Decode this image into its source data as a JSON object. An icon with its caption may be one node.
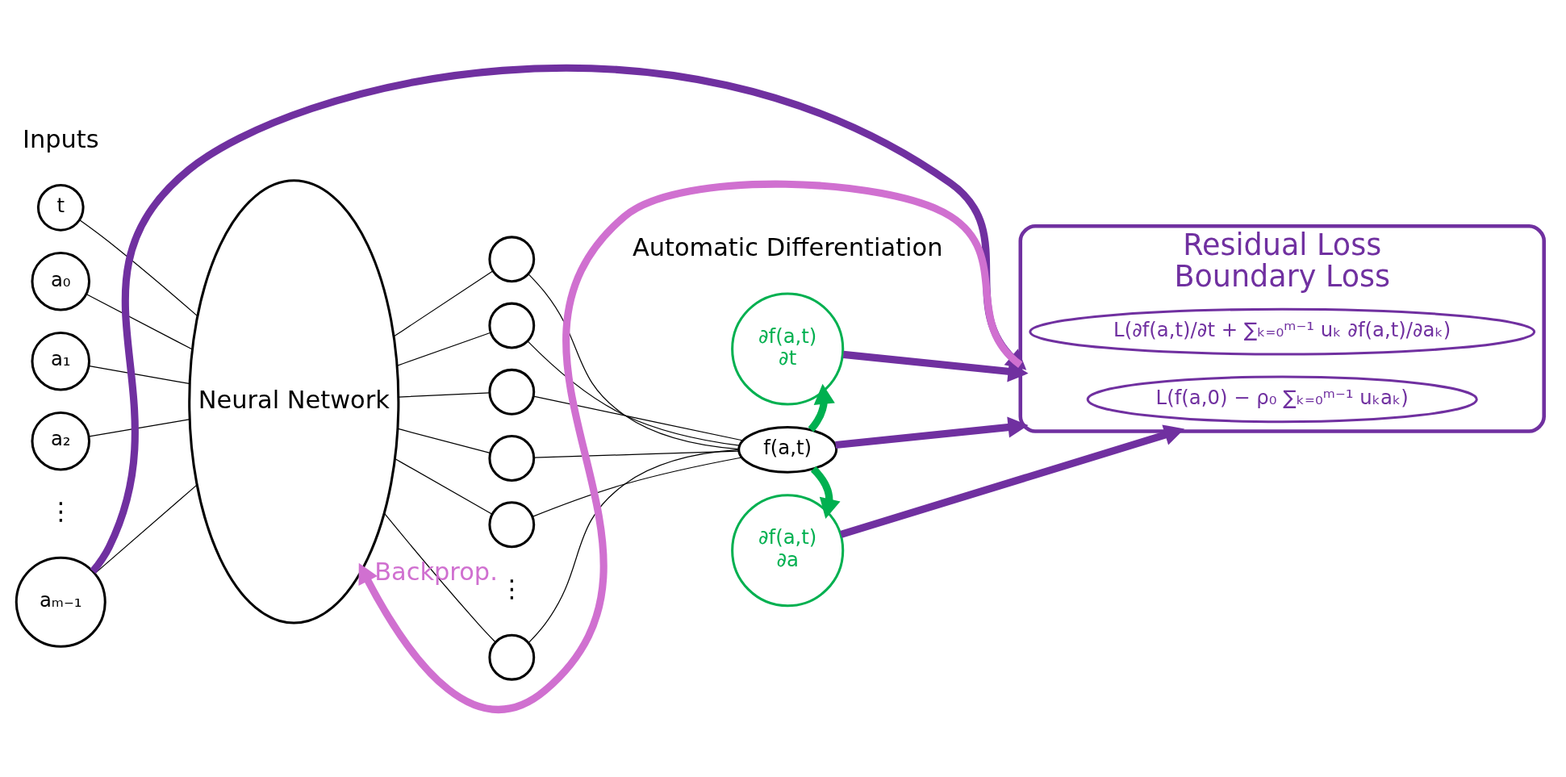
{
  "diagram": {
    "nodes": [
      {
        "text": [
          "t"
        ]
      },
      {
        "text": [
          "a₀"
        ]
      },
      {
        "text": [
          "a₁"
        ]
      },
      {
        "text": [
          "a₂"
        ]
      },
      {
        "text": [
          "aₘ₋₁"
        ]
      },
      {
        "text": [
          "Neural Network"
        ]
      },
      {
        "text": [],
        "shape": "circle"
      },
      {
        "text": [],
        "shape": "circle"
      },
      {
        "text": [],
        "shape": "circle"
      },
      {
        "text": [],
        "shape": "circle"
      },
      {
        "text": [],
        "shape": "circle"
      },
      {
        "text": [],
        "shape": "circle"
      },
      {
        "text": [
          "f(a,t)"
        ]
      },
      {
        "text": [
          "∂f(a,t)",
          "∂t"
        ]
      },
      {
        "text": [
          "∂f(a,t)",
          "∂a"
        ]
      },
      {
        "text": [
          "Residual Loss",
          "Boundary Loss"
        ]
      },
      {
        "text": [
          "L(∂f(a,t)/∂t + ∑ₖ₌₀ᵐ⁻¹ uₖ ∂f(a,t)/∂aₖ)"
        ],
        "in": 15
      },
      {
        "text": [
          "L(f(a,0) − ρ₀ ∑ₖ₌₀ᵐ⁻¹ uₖaₖ)"
        ],
        "in": 15
      }
    ],
    "edges": [
      {
        "from": 0,
        "to": 5,
        "arrow": "none"
      },
      {
        "from": 1,
        "to": 5,
        "arrow": "none"
      },
      {
        "from": 2,
        "to": 5,
        "arrow": "none"
      },
      {
        "from": 3,
        "to": 5,
        "arrow": "none"
      },
      {
        "from": 4,
        "to": 5,
        "arrow": "none"
      },
      {
        "from": 5,
        "to": 6,
        "arrow": "none"
      },
      {
        "from": 5,
        "to": 7,
        "arrow": "none"
      },
      {
        "from": 5,
        "to": 8,
        "arrow": "none"
      },
      {
        "from": 5,
        "to": 9,
        "arrow": "none"
      },
      {
        "from": 5,
        "to": 10,
        "arrow": "none"
      },
      {
        "from": 5,
        "to": 11,
        "arrow": "none"
      },
      {
        "from": 6,
        "to": 12,
        "arrow": "none"
      },
      {
        "from": 7,
        "to": 12,
        "arrow": "none"
      },
      {
        "from": 8,
        "to": 12,
        "arrow": "none"
      },
      {
        "from": 9,
        "to": 12,
        "arrow": "none"
      },
      {
        "from": 10,
        "to": 12,
        "arrow": "none"
      },
      {
        "from": 11,
        "to": 12,
        "arrow": "none"
      },
      {
        "from": 12,
        "to": 13,
        "arrow": "to",
        "style": "thick",
        "color": "#00b050"
      },
      {
        "from": 12,
        "to": 14,
        "arrow": "to",
        "style": "thick",
        "color": "#00b050"
      },
      {
        "from": 13,
        "to": 15,
        "arrow": "to",
        "style": "thick",
        "color": "#7030a0"
      },
      {
        "from": 12,
        "to": 15,
        "arrow": "to",
        "style": "thick",
        "color": "#7030a0"
      },
      {
        "from": 14,
        "to": 15,
        "arrow": "to",
        "style": "thick",
        "color": "#7030a0"
      },
      {
        "from": 4,
        "to": 15,
        "arrow": "to",
        "style": "thick",
        "color": "#7030a0"
      },
      {
        "from": 15,
        "to": 5,
        "arrow": "to",
        "style": "thick",
        "color": "#d070d0",
        "label": "Backprop."
      }
    ],
    "labels": [
      "Inputs",
      "Automatic Differentiation",
      "⋮",
      "⋮"
    ]
  }
}
